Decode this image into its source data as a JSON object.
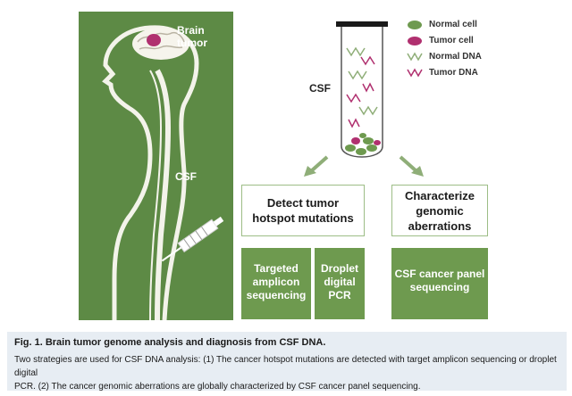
{
  "diagram": {
    "labels": {
      "brain_tumor_line1": "Brain",
      "brain_tumor_line2": "tumor",
      "csf_body": "CSF",
      "csf_tube": "CSF"
    },
    "legend": [
      {
        "label": "Normal cell",
        "icon": "normal-cell-icon"
      },
      {
        "label": "Tumor cell",
        "icon": "tumor-cell-icon"
      },
      {
        "label": "Normal DNA",
        "icon": "normal-dna-icon"
      },
      {
        "label": "Tumor DNA",
        "icon": "tumor-dna-icon"
      }
    ],
    "boxes": {
      "detect_line1": "Detect tumor",
      "detect_line2": "hotspot mutations",
      "characterize_line1": "Characterize",
      "characterize_line2": "genomic",
      "characterize_line3": "aberrations"
    },
    "methods": {
      "targeted_line1": "Targeted",
      "targeted_line2": "amplicon",
      "targeted_line3": "sequencing",
      "droplet_line1": "Droplet",
      "droplet_line2": "digital",
      "droplet_line3": "PCR",
      "panel_line1": "CSF cancer panel",
      "panel_line2": "sequencing"
    },
    "colors": {
      "panel_green": "#5d8a45",
      "method_green": "#6e9a4f",
      "tumor_magenta": "#b0306f",
      "normal_green": "#6e9a4f",
      "caption_bg": "#e7edf3"
    }
  },
  "caption": {
    "title": "Fig. 1.   Brain tumor genome analysis and diagnosis from CSF DNA.",
    "body_line1": "Two strategies are used for CSF DNA analysis: (1) The cancer hotspot mutations are detected with target amplicon sequencing or droplet digital",
    "body_line2": "PCR. (2) The cancer genomic aberrations are globally characterized by CSF cancer panel sequencing."
  }
}
